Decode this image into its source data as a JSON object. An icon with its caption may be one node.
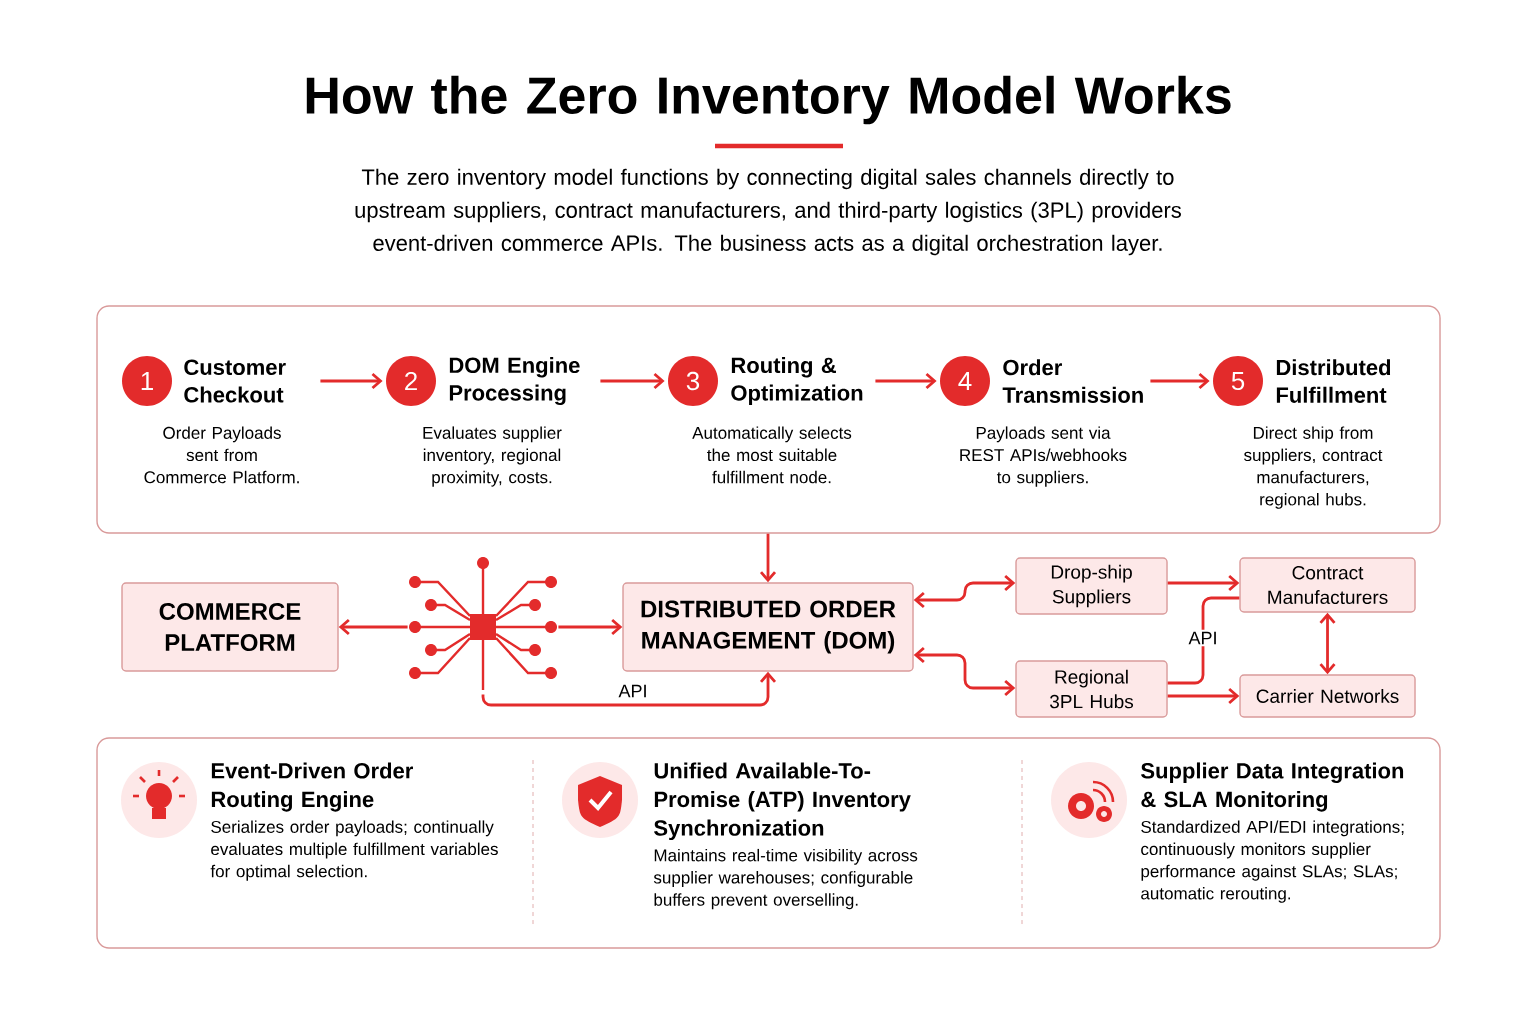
{
  "diagram": {
    "title": "How the Zero Inventory Model Works",
    "nodes": [
      {
        "text": [],
        "shape": "box"
      },
      {
        "text": [
          "1",
          "Customer Checkout",
          "Order Payloads sent from Commerce Platform."
        ],
        "in": 0
      },
      {
        "text": [
          "2",
          "DOM Engine Processing",
          "Evaluates supplier inventory, regional proximity, costs."
        ],
        "in": 0
      },
      {
        "text": [
          "3",
          "Routing & Optimization",
          "Automatically selects the most suitable fulfillment node."
        ],
        "in": 0
      },
      {
        "text": [
          "4",
          "Order Transmission",
          "Payloads sent via REST APIs/webhooks to suppliers."
        ],
        "in": 0
      },
      {
        "text": [
          "5",
          "Distributed Fulfillment",
          "Direct ship from suppliers, contract manufacturers, regional hubs."
        ],
        "in": 0
      },
      {
        "text": [
          "COMMERCE PLATFORM"
        ]
      },
      {
        "text": [],
        "shape": "picture"
      },
      {
        "text": [
          "DISTRIBUTED ORDER MANAGEMENT (DOM)"
        ]
      },
      {
        "text": [
          "Drop-ship Suppliers"
        ]
      },
      {
        "text": [
          "Contract Manufacturers"
        ]
      },
      {
        "text": [
          "Regional 3PL Hubs"
        ]
      },
      {
        "text": [
          "Carrier Networks"
        ]
      },
      {
        "text": [],
        "shape": "box"
      },
      {
        "text": [
          "Event-Driven Order Routing Engine",
          "Serializes order payloads; continually evaluates multiple fulfillment variables for optimal selection."
        ],
        "in": 13
      },
      {
        "text": [
          "Unified Available-To-Promise (ATP) Inventory Synchronization",
          "Maintains real-time visibility across supplier warehouses; configurable buffers prevent overselling."
        ],
        "in": 13
      },
      {
        "text": [
          "Supplier Data Integration & SLA Monitoring",
          "Standardized API/EDI integrations; continuously monitors supplier performance against SLAs; SLAs; automatic rerouting."
        ],
        "in": 13
      }
    ],
    "edges": [
      {
        "from": 1,
        "to": 2,
        "arrow": "to"
      },
      {
        "from": 2,
        "to": 3,
        "arrow": "to"
      },
      {
        "from": 3,
        "to": 4,
        "arrow": "to"
      },
      {
        "from": 4,
        "to": 5,
        "arrow": "to"
      },
      {
        "from": 0,
        "to": 8,
        "arrow": "to"
      },
      {
        "from": 7,
        "to": 6,
        "arrow": "to"
      },
      {
        "from": 7,
        "to": 8,
        "arrow": "to"
      },
      {
        "from": 7,
        "to": 8,
        "arrow": "to",
        "label": "API"
      },
      {
        "from": 8,
        "to": 9,
        "arrow": "both"
      },
      {
        "from": 8,
        "to": 11,
        "arrow": "both"
      },
      {
        "from": 9,
        "to": 10,
        "arrow": "to"
      },
      {
        "from": 11,
        "to": 10,
        "arrow": "none",
        "label": "API"
      },
      {
        "from": 11,
        "to": 12,
        "arrow": "to"
      },
      {
        "from": 10,
        "to": 12,
        "arrow": "both"
      }
    ],
    "labels": [
      "The zero inventory model functions by connecting digital sales channels directly to upstream suppliers, contract manufacturers, and third-party logistics (3PL) providers event-driven commerce APIs. The business acts as a digital orchestration layer."
    ]
  }
}
